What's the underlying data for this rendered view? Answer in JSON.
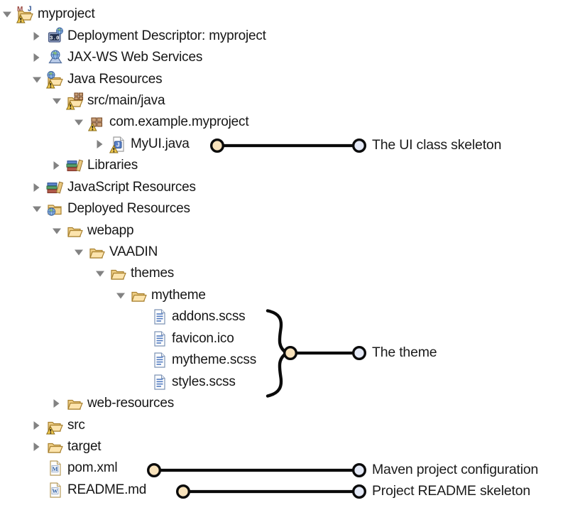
{
  "tree": {
    "rows": [
      {
        "id": "myproject",
        "label": "myproject",
        "level": 0,
        "arrow": "expanded",
        "icon": "maven-java-project",
        "warning": true
      },
      {
        "id": "deployment-descriptor",
        "label": "Deployment Descriptor: myproject",
        "level": 1,
        "arrow": "collapsed",
        "icon": "deployment-descriptor",
        "warning": false
      },
      {
        "id": "jax-ws-web-services",
        "label": "JAX-WS Web Services",
        "level": 1,
        "arrow": "collapsed",
        "icon": "web-services",
        "warning": false
      },
      {
        "id": "java-resources",
        "label": "Java Resources",
        "level": 1,
        "arrow": "expanded",
        "icon": "java-resources",
        "warning": true
      },
      {
        "id": "src-main-java",
        "label": "src/main/java",
        "level": 2,
        "arrow": "expanded",
        "icon": "source-folder",
        "warning": true
      },
      {
        "id": "com-example-myproject",
        "label": "com.example.myproject",
        "level": 3,
        "arrow": "expanded",
        "icon": "java-package",
        "warning": true
      },
      {
        "id": "myui-java",
        "label": "MyUI.java",
        "level": 4,
        "arrow": "collapsed",
        "icon": "java-file",
        "warning": true
      },
      {
        "id": "libraries",
        "label": "Libraries",
        "level": 2,
        "arrow": "collapsed",
        "icon": "libraries",
        "warning": false
      },
      {
        "id": "javascript-resources",
        "label": "JavaScript Resources",
        "level": 1,
        "arrow": "collapsed",
        "icon": "libraries",
        "warning": false
      },
      {
        "id": "deployed-resources",
        "label": "Deployed Resources",
        "level": 1,
        "arrow": "expanded",
        "icon": "deployed-resources",
        "warning": false
      },
      {
        "id": "webapp",
        "label": "webapp",
        "level": 2,
        "arrow": "expanded",
        "icon": "folder-open",
        "warning": false
      },
      {
        "id": "vaadin",
        "label": "VAADIN",
        "level": 3,
        "arrow": "expanded",
        "icon": "folder-open",
        "warning": false
      },
      {
        "id": "themes",
        "label": "themes",
        "level": 4,
        "arrow": "expanded",
        "icon": "folder-open",
        "warning": false
      },
      {
        "id": "mytheme",
        "label": "mytheme",
        "level": 5,
        "arrow": "expanded",
        "icon": "folder-open",
        "warning": false
      },
      {
        "id": "addons-scss",
        "label": "addons.scss",
        "level": 6,
        "arrow": "none",
        "icon": "text-file",
        "warning": false
      },
      {
        "id": "favicon-ico",
        "label": "favicon.ico",
        "level": 6,
        "arrow": "none",
        "icon": "text-file",
        "warning": false
      },
      {
        "id": "mytheme-scss",
        "label": "mytheme.scss",
        "level": 6,
        "arrow": "none",
        "icon": "text-file",
        "warning": false
      },
      {
        "id": "styles-scss",
        "label": "styles.scss",
        "level": 6,
        "arrow": "none",
        "icon": "text-file",
        "warning": false
      },
      {
        "id": "web-resources",
        "label": "web-resources",
        "level": 2,
        "arrow": "collapsed",
        "icon": "folder-open",
        "warning": false
      },
      {
        "id": "src",
        "label": "src",
        "level": 1,
        "arrow": "collapsed",
        "icon": "folder-open",
        "warning": true
      },
      {
        "id": "target",
        "label": "target",
        "level": 1,
        "arrow": "collapsed",
        "icon": "folder-open",
        "warning": false
      },
      {
        "id": "pom-xml",
        "label": "pom.xml",
        "level": 1,
        "arrow": "none",
        "icon": "pom-file",
        "warning": false
      },
      {
        "id": "readme-md",
        "label": "README.md",
        "level": 1,
        "arrow": "none",
        "icon": "readme-file",
        "warning": false
      }
    ]
  },
  "annotations": [
    {
      "id": "ui-class",
      "label": "The UI class skeleton"
    },
    {
      "id": "theme",
      "label": "The theme"
    },
    {
      "id": "maven",
      "label": "Maven project configuration"
    },
    {
      "id": "readme",
      "label": "Project README skeleton"
    }
  ],
  "colors": {
    "callout_source_dot": "#f8e2bb",
    "callout_target_dot": "#e4e9f6",
    "callout_line": "#0b0b0b",
    "folder": "#f5d68f",
    "warning_badge": "#f2c94c",
    "tree_text": "#161616"
  }
}
